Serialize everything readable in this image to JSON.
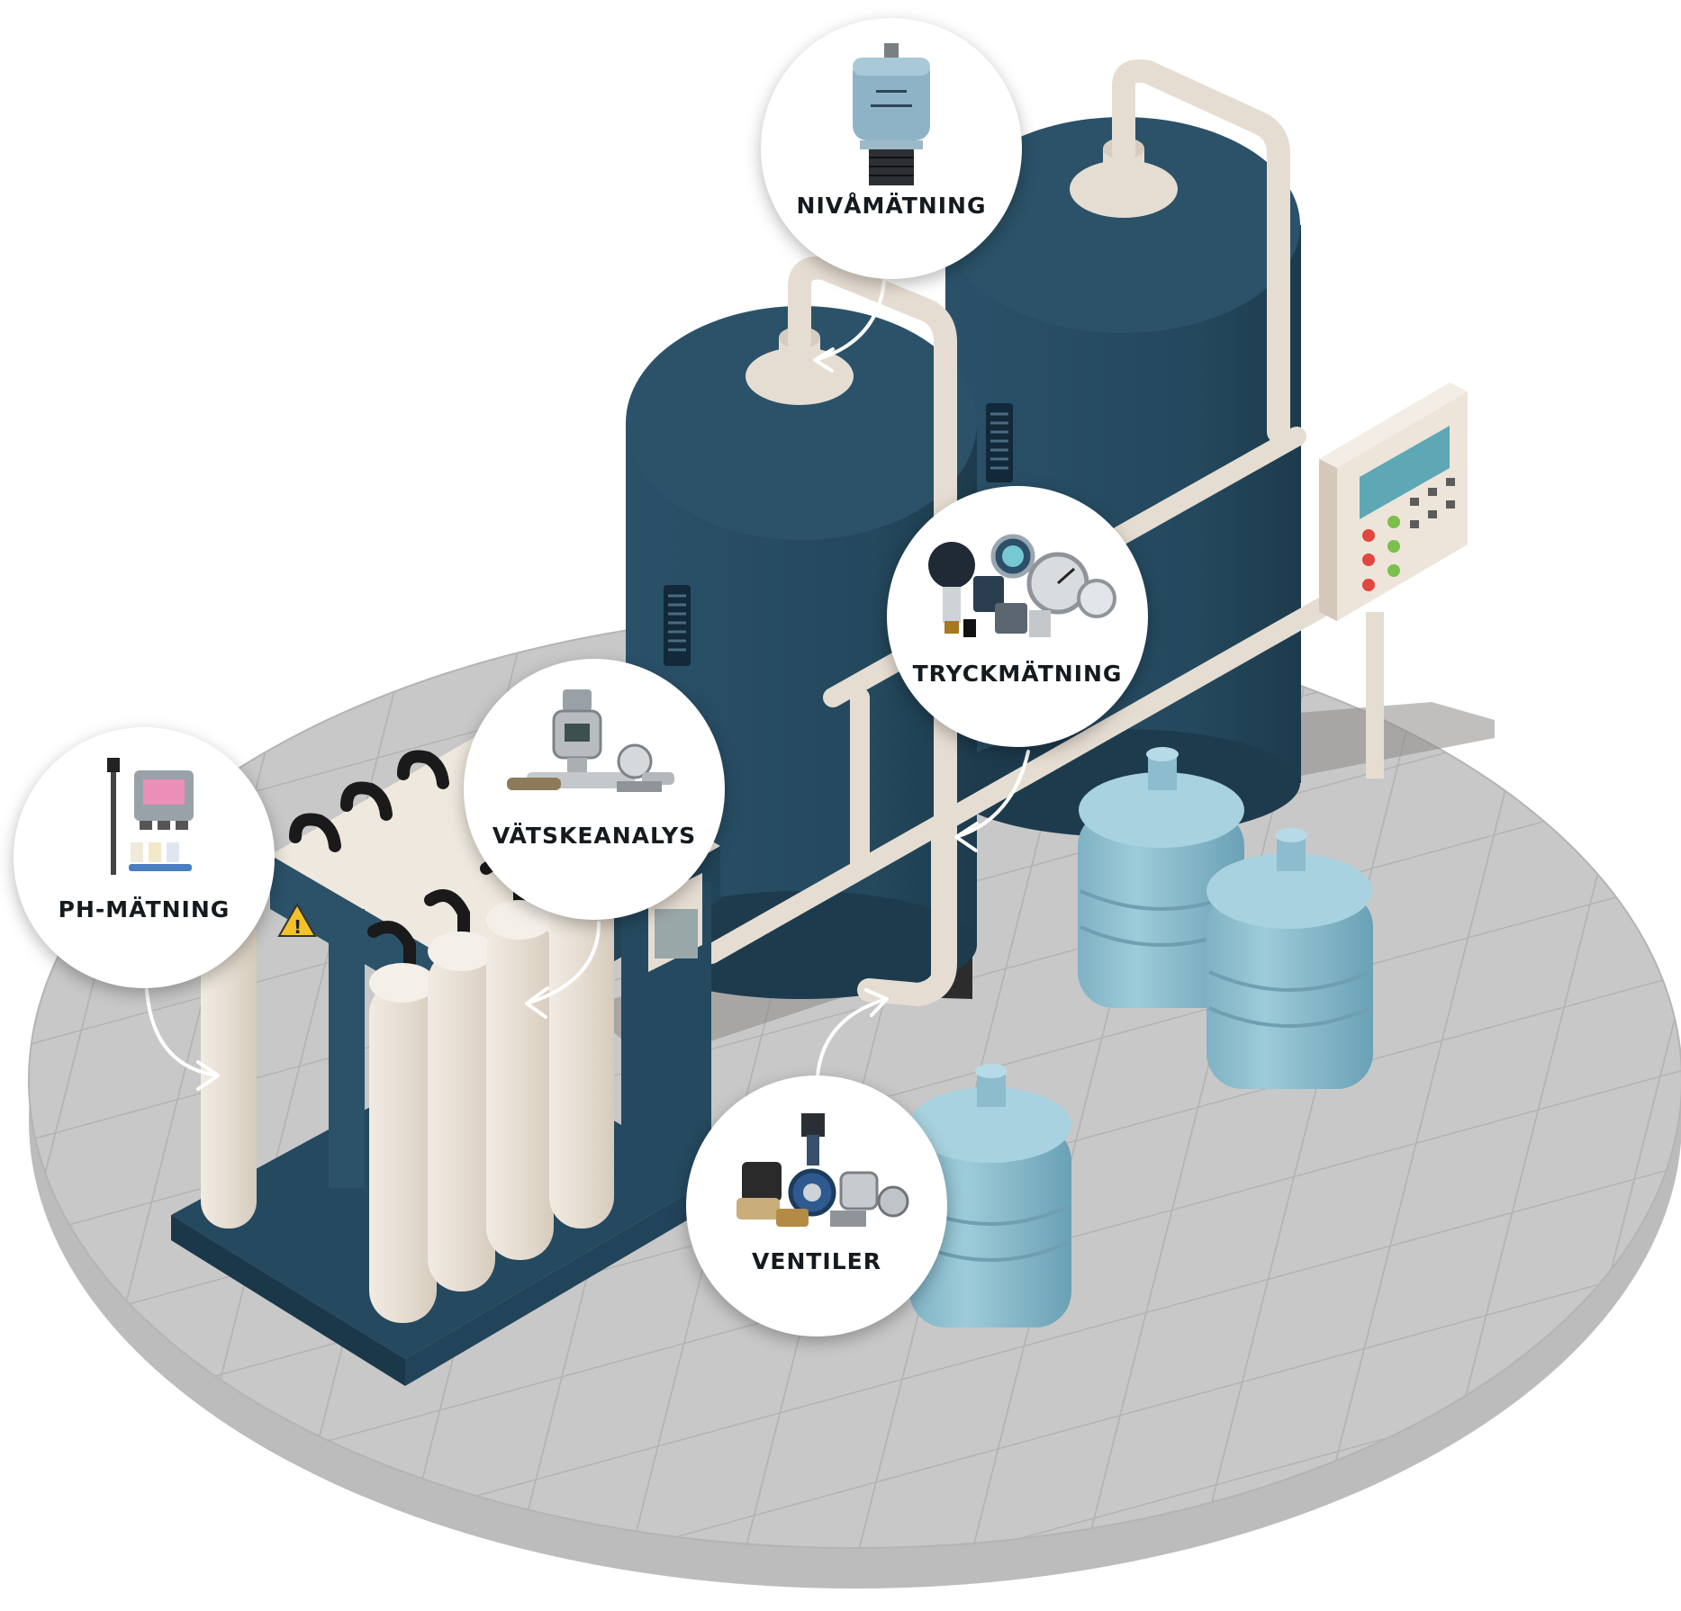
{
  "colors": {
    "floor": "#c9c9c9",
    "floor_edge": "#a8a8a8",
    "tank": "#25495e",
    "tank_dark": "#1c3a4c",
    "pipe": "#e6ddd2",
    "bottle": "#8cbccd",
    "panel": "#ede5da",
    "screen": "#5ea7b5"
  },
  "callouts": [
    {
      "id": "nivamatning",
      "label": "NIVÅMÄTNING",
      "icon": "level-transmitter-icon"
    },
    {
      "id": "tryckmatning",
      "label": "TRYCKMÄTNING",
      "icon": "pressure-gauges-icon"
    },
    {
      "id": "vatskeanalys",
      "label": "VÄTSKEANALYS",
      "icon": "liquid-analyzer-icon"
    },
    {
      "id": "ph-matning",
      "label": "PH-MÄTNING",
      "icon": "ph-meter-icon"
    },
    {
      "id": "ventiler",
      "label": "VENTILER",
      "icon": "valves-icon"
    }
  ]
}
